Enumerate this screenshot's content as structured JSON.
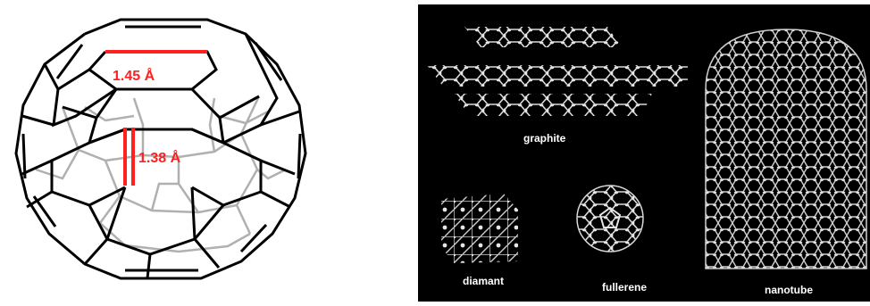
{
  "fullerene_drawing": {
    "bond_single_label": "1.45 Å",
    "bond_double_label": "1.38 Å",
    "highlight_color": "#ff2020"
  },
  "carbon_structures": {
    "background_color": "#000000",
    "labels": {
      "graphite": "graphite",
      "diamant": "diamant",
      "fullerene": "fullerene",
      "nanotube": "nanotube"
    }
  }
}
